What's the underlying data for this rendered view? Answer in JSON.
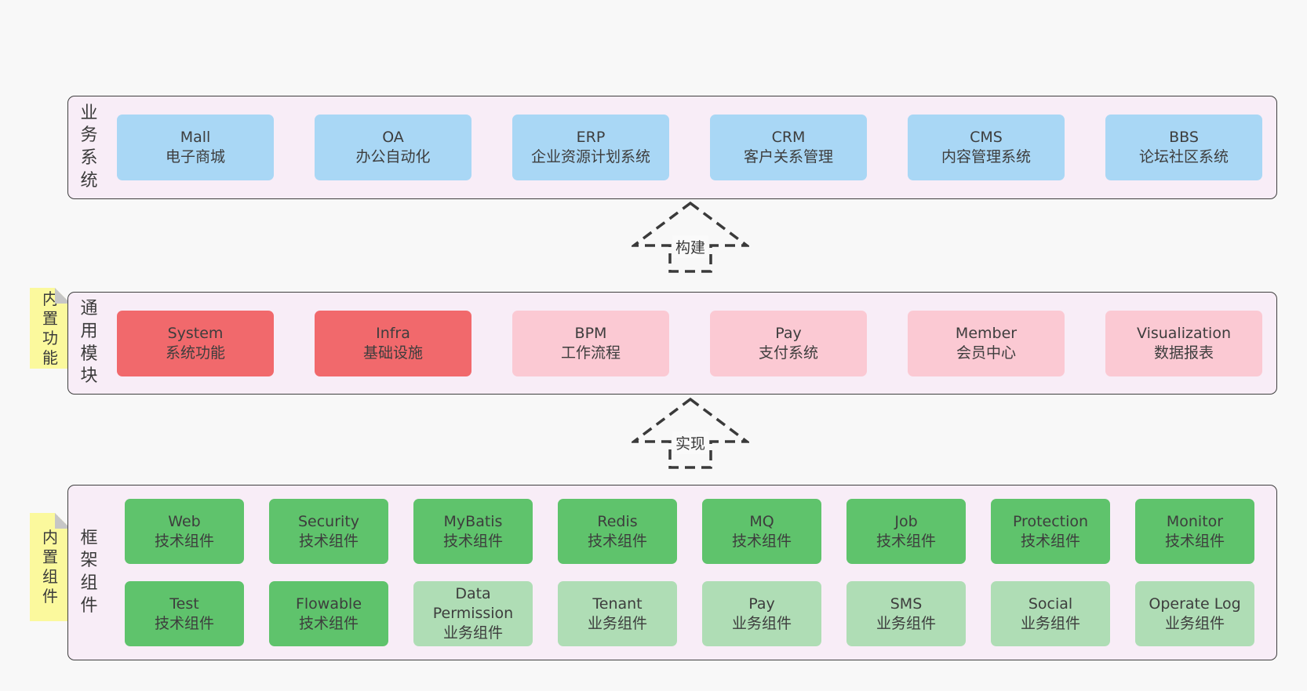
{
  "palette": {
    "bg": "#f8f8f8",
    "panel": "#f8edf7",
    "panel-border": "#3f3f3f",
    "blue": "#a9d7f5",
    "red": "#f1696c",
    "pink": "#fbc9d3",
    "green": "#5fc36c",
    "green-light": "#afddb5",
    "yellow": "#fbf99d",
    "fold": "#c6c6c6",
    "ink": "#3a3a3a",
    "box-ink": "#3d3d3d"
  },
  "arrows": [
    {
      "label": "构建"
    },
    {
      "label": "实现"
    }
  ],
  "notes": [
    {
      "label": "内置功能"
    },
    {
      "label": "内置组件"
    }
  ],
  "layers": [
    {
      "label": "业务系统",
      "boxes": [
        {
          "title": "Mall",
          "subtitle": "电子商城"
        },
        {
          "title": "OA",
          "subtitle": "办公自动化"
        },
        {
          "title": "ERP",
          "subtitle": "企业资源计划系统"
        },
        {
          "title": "CRM",
          "subtitle": "客户关系管理"
        },
        {
          "title": "CMS",
          "subtitle": "内容管理系统"
        },
        {
          "title": "BBS",
          "subtitle": "论坛社区系统"
        }
      ]
    },
    {
      "label": "通用模块",
      "boxes": [
        {
          "title": "System",
          "subtitle": "系统功能"
        },
        {
          "title": "Infra",
          "subtitle": "基础设施"
        },
        {
          "title": "BPM",
          "subtitle": "工作流程"
        },
        {
          "title": "Pay",
          "subtitle": "支付系统"
        },
        {
          "title": "Member",
          "subtitle": "会员中心"
        },
        {
          "title": "Visualization",
          "subtitle": "数据报表"
        }
      ]
    },
    {
      "label": "框架组件",
      "rows": [
        [
          {
            "title": "Web",
            "subtitle": "技术组件"
          },
          {
            "title": "Security",
            "subtitle": "技术组件"
          },
          {
            "title": "MyBatis",
            "subtitle": "技术组件"
          },
          {
            "title": "Redis",
            "subtitle": "技术组件"
          },
          {
            "title": "MQ",
            "subtitle": "技术组件"
          },
          {
            "title": "Job",
            "subtitle": "技术组件"
          },
          {
            "title": "Protection",
            "subtitle": "技术组件"
          },
          {
            "title": "Monitor",
            "subtitle": "技术组件"
          }
        ],
        [
          {
            "title": "Test",
            "subtitle": "技术组件"
          },
          {
            "title": "Flowable",
            "subtitle": "技术组件"
          },
          {
            "title": "Data Permission",
            "subtitle": "业务组件"
          },
          {
            "title": "Tenant",
            "subtitle": "业务组件"
          },
          {
            "title": "Pay",
            "subtitle": "业务组件"
          },
          {
            "title": "SMS",
            "subtitle": "业务组件"
          },
          {
            "title": "Social",
            "subtitle": "业务组件"
          },
          {
            "title": "Operate Log",
            "subtitle": "业务组件"
          }
        ]
      ]
    }
  ]
}
